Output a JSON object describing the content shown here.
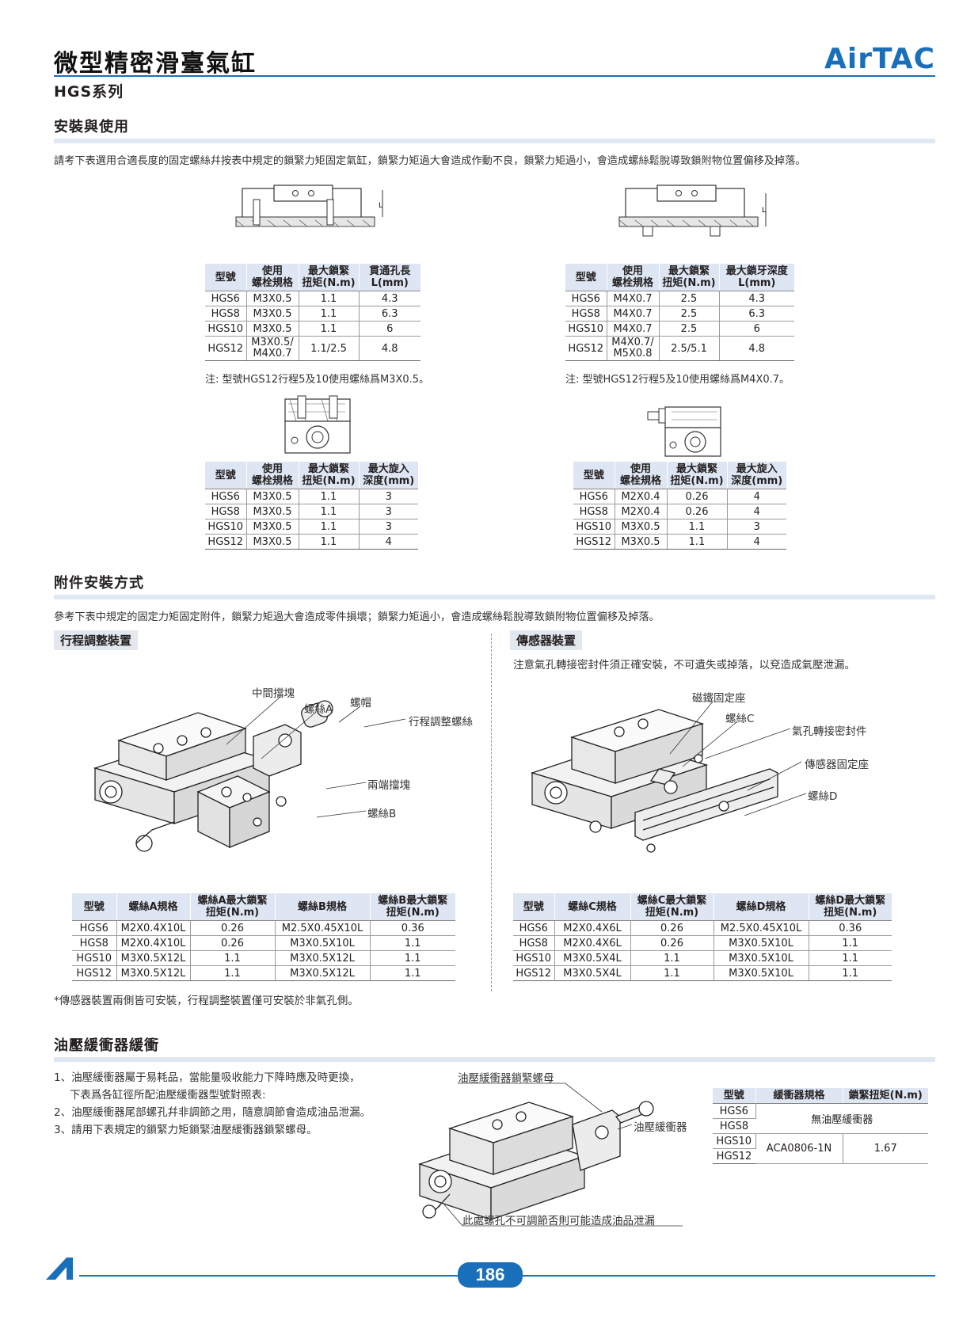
{
  "header": {
    "title": "微型精密滑臺氣缸",
    "series": "HGS系列",
    "logo": "AirTAC"
  },
  "sec1": {
    "title": "安裝與使用",
    "intro": "請考下表選用合適長度的固定螺絲幷按表中規定的鎖緊力矩固定氣缸，鎖緊力矩過大會造成作動不良，鎖緊力矩過小，會造成螺絲鬆脫導致鎖附物位置偏移及掉落。",
    "t1": {
      "headers": [
        "型號",
        "使用\n螺栓規格",
        "最大鎖緊\n扭矩(N.m)",
        "貫通孔長\nL(mm)"
      ],
      "rows": [
        [
          "HGS6",
          "M3X0.5",
          "1.1",
          "4.3"
        ],
        [
          "HGS8",
          "M3X0.5",
          "1.1",
          "6.3"
        ],
        [
          "HGS10",
          "M3X0.5",
          "1.1",
          "6"
        ],
        [
          "HGS12",
          "M3X0.5/\nM4X0.7",
          "1.1/2.5",
          "4.8"
        ]
      ],
      "note": "注: 型號HGS12行程5及10使用螺絲爲M3X0.5。"
    },
    "t2": {
      "headers": [
        "型號",
        "使用\n螺栓規格",
        "最大鎖緊\n扭矩(N.m)",
        "最大鎖牙深度\nL(mm)"
      ],
      "rows": [
        [
          "HGS6",
          "M4X0.7",
          "2.5",
          "4.3"
        ],
        [
          "HGS8",
          "M4X0.7",
          "2.5",
          "6.3"
        ],
        [
          "HGS10",
          "M4X0.7",
          "2.5",
          "6"
        ],
        [
          "HGS12",
          "M4X0.7/\nM5X0.8",
          "2.5/5.1",
          "4.8"
        ]
      ],
      "note": "注: 型號HGS12行程5及10使用螺絲爲M4X0.7。"
    },
    "t3": {
      "headers": [
        "型號",
        "使用\n螺栓規格",
        "最大鎖緊\n扭矩(N.m)",
        "最大旋入\n深度(mm)"
      ],
      "rows": [
        [
          "HGS6",
          "M3X0.5",
          "1.1",
          "3"
        ],
        [
          "HGS8",
          "M3X0.5",
          "1.1",
          "3"
        ],
        [
          "HGS10",
          "M3X0.5",
          "1.1",
          "3"
        ],
        [
          "HGS12",
          "M3X0.5",
          "1.1",
          "4"
        ]
      ]
    },
    "t4": {
      "headers": [
        "型號",
        "使用\n螺栓規格",
        "最大鎖緊\n扭矩(N.m)",
        "最大旋入\n深度(mm)"
      ],
      "rows": [
        [
          "HGS6",
          "M2X0.4",
          "0.26",
          "4"
        ],
        [
          "HGS8",
          "M2X0.4",
          "0.26",
          "4"
        ],
        [
          "HGS10",
          "M3X0.5",
          "1.1",
          "3"
        ],
        [
          "HGS12",
          "M3X0.5",
          "1.1",
          "4"
        ]
      ]
    }
  },
  "sec2": {
    "title": "附件安裝方式",
    "intro": "參考下表中規定的固定力矩固定附件，鎖緊力矩過大會造成零件損壞；鎖緊力矩過小，會造成螺絲鬆脫導致鎖附物位置偏移及掉落。",
    "left": {
      "subtitle": "行程調整裝置",
      "labels": {
        "l1": "中間擋塊",
        "l2": "螺帽",
        "l3": "螺絲A",
        "l4": "行程調整螺絲",
        "l5": "兩端擋塊",
        "l6": "螺絲B"
      },
      "table": {
        "headers": [
          "型號",
          "螺絲A規格",
          "螺絲A最大鎖緊\n扭矩(N.m)",
          "螺絲B規格",
          "螺絲B最大鎖緊\n扭矩(N.m)"
        ],
        "rows": [
          [
            "HGS6",
            "M2X0.4X10L",
            "0.26",
            "M2.5X0.45X10L",
            "0.36"
          ],
          [
            "HGS8",
            "M2X0.4X10L",
            "0.26",
            "M3X0.5X10L",
            "1.1"
          ],
          [
            "HGS10",
            "M3X0.5X12L",
            "1.1",
            "M3X0.5X12L",
            "1.1"
          ],
          [
            "HGS12",
            "M3X0.5X12L",
            "1.1",
            "M3X0.5X12L",
            "1.1"
          ]
        ]
      },
      "footnote": "*傳感器裝置兩側皆可安裝，行程調整裝置僅可安裝於非氣孔側。"
    },
    "right": {
      "subtitle": "傳感器裝置",
      "note": "注意氣孔轉接密封件須正確安裝，不可遺失或掉落，以兗造成氣壓泄漏。",
      "labels": {
        "r1": "磁鐵固定座",
        "r2": "螺絲C",
        "r3": "氣孔轉接密封件",
        "r4": "傳感器固定座",
        "r5": "螺絲D"
      },
      "table": {
        "headers": [
          "型號",
          "螺絲C規格",
          "螺絲C最大鎖緊\n扭矩(N.m)",
          "螺絲D規格",
          "螺絲D最大鎖緊\n扭矩(N.m)"
        ],
        "rows": [
          [
            "HGS6",
            "M2X0.4X6L",
            "0.26",
            "M2.5X0.45X10L",
            "0.36"
          ],
          [
            "HGS8",
            "M2X0.4X6L",
            "0.26",
            "M3X0.5X10L",
            "1.1"
          ],
          [
            "HGS10",
            "M3X0.5X4L",
            "1.1",
            "M3X0.5X10L",
            "1.1"
          ],
          [
            "HGS12",
            "M3X0.5X4L",
            "1.1",
            "M3X0.5X10L",
            "1.1"
          ]
        ]
      }
    }
  },
  "sec3": {
    "title": "油壓緩衝器緩衝",
    "items": [
      "1、油壓緩衝器屬于易耗品，當能量吸收能力下降時應及時更換，",
      "下表爲各缸徑所配油壓緩衝器型號對照表:",
      "2、油壓緩衝器尾部螺孔幷非調節之用，隨意調節會造成油品泄漏。",
      "3、請用下表規定的鎖緊力矩鎖緊油壓緩衝器鎖緊螺母。"
    ],
    "labels": {
      "a": "油壓緩衝器鎖緊螺母",
      "b": "油壓緩衝器",
      "c": "此處螺孔不可調節否則可能造成油品泄漏"
    },
    "table": {
      "headers": [
        "型號",
        "緩衝器規格",
        "鎖緊扭矩(N.m)"
      ],
      "models": [
        "HGS6",
        "HGS8",
        "HGS10",
        "HGS12"
      ],
      "none_text": "無油壓緩衝器",
      "spec": "ACA0806-1N",
      "torque": "1.67"
    }
  },
  "footer": {
    "page": "186"
  },
  "colors": {
    "accent": "#1a6fba",
    "header_fill": "#dde6f2",
    "section_bar": "#dfe7f2"
  }
}
